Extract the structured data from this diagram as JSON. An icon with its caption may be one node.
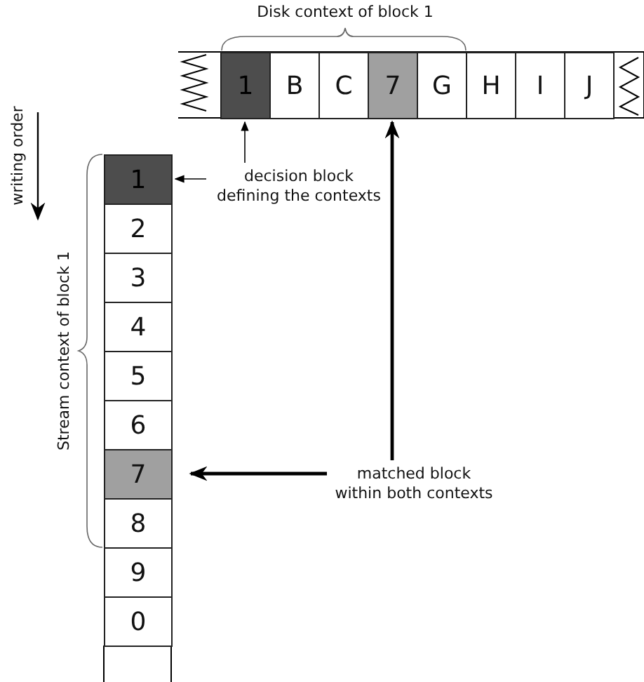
{
  "diagram": {
    "nodes": [
      {
        "text": [
          "1"
        ]
      },
      {
        "text": [
          "B"
        ]
      },
      {
        "text": [
          "C"
        ]
      },
      {
        "text": [
          "7"
        ]
      },
      {
        "text": [
          "G"
        ]
      },
      {
        "text": [
          "H"
        ]
      },
      {
        "text": [
          "I"
        ]
      },
      {
        "text": [
          "J"
        ]
      },
      {
        "text": [
          "1"
        ]
      },
      {
        "text": [
          "2"
        ]
      },
      {
        "text": [
          "3"
        ]
      },
      {
        "text": [
          "4"
        ]
      },
      {
        "text": [
          "5"
        ]
      },
      {
        "text": [
          "6"
        ]
      },
      {
        "text": [
          "7"
        ]
      },
      {
        "text": [
          "8"
        ]
      },
      {
        "text": [
          "9"
        ]
      },
      {
        "text": [
          "0"
        ]
      },
      {
        "text": [
          "decision block defining the contexts"
        ]
      },
      {
        "text": [
          "matched block within both contexts"
        ]
      }
    ],
    "edges": [
      {
        "from": 18,
        "to": 0,
        "arrow": "to"
      },
      {
        "from": 18,
        "to": 8,
        "arrow": "to"
      },
      {
        "from": 19,
        "to": 14,
        "arrow": "to",
        "style": "thick"
      },
      {
        "from": 19,
        "to": 3,
        "arrow": "to",
        "style": "thick"
      }
    ],
    "labels": [
      "Disk context of block 1",
      "writing order",
      "Stream context of block 1"
    ]
  }
}
